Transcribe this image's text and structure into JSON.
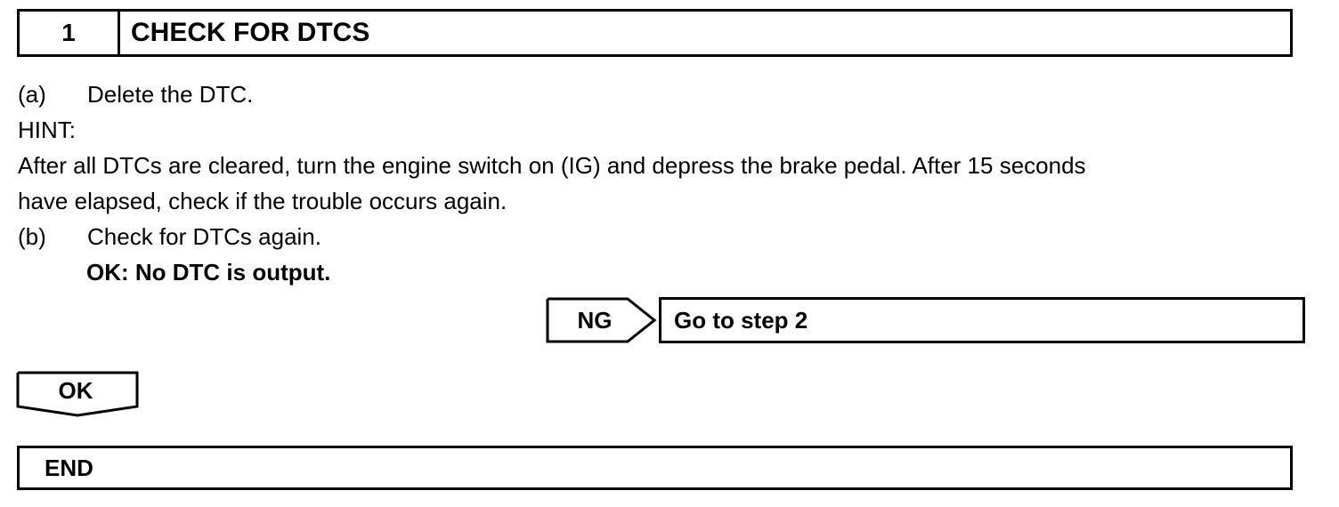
{
  "step": {
    "number": "1",
    "title": "CHECK FOR DTCS"
  },
  "body": {
    "step_a_label": "(a)",
    "step_a_text": "Delete the DTC.",
    "hint_label": "HINT:",
    "hint_line_1": "After all DTCs are cleared, turn the engine switch on (IG) and depress the brake pedal. After 15 seconds",
    "hint_line_2": "have elapsed, check if the trouble occurs again.",
    "step_b_label": "(b)",
    "step_b_text": "Check for DTCs again.",
    "ok_condition": "OK: No DTC is output."
  },
  "result_ng": {
    "label": "NG",
    "action": "Go to step 2"
  },
  "result_ok": {
    "label": "OK"
  },
  "end": {
    "label": "END"
  }
}
